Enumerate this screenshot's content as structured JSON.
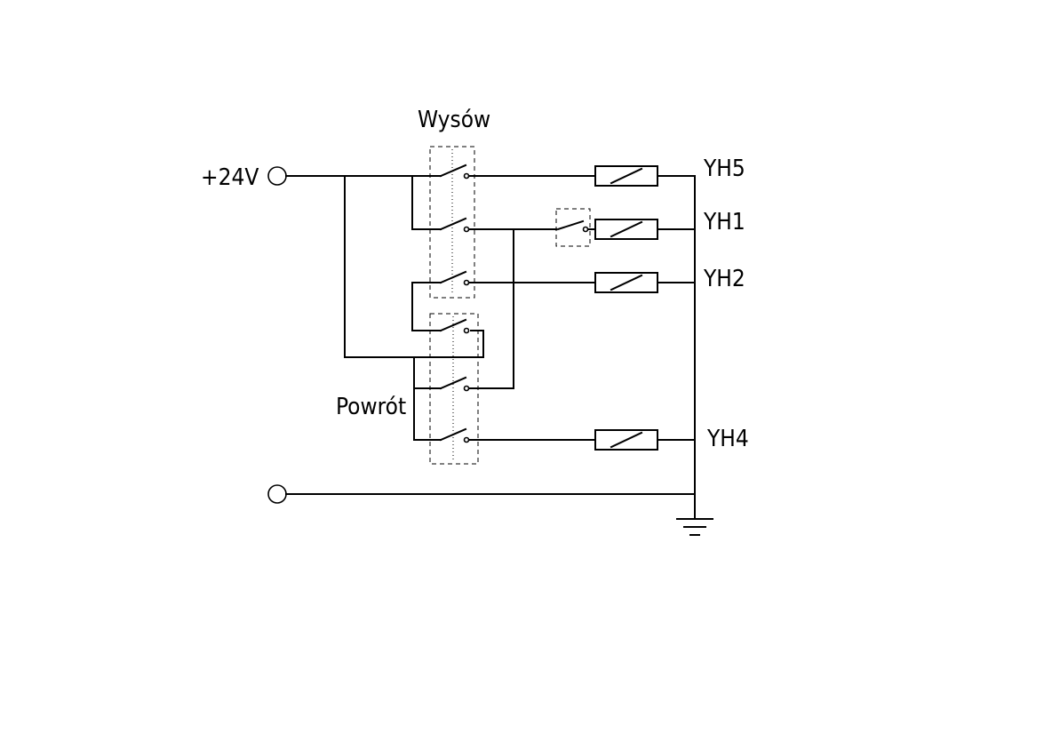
{
  "labels": {
    "supply": "+24V",
    "group_top": "Wysów",
    "group_bottom": "Powrót",
    "coils": [
      "YH5",
      "YH1",
      "YH2",
      "YH4"
    ]
  },
  "colors": {
    "line": "#000000",
    "background": "#ffffff"
  }
}
